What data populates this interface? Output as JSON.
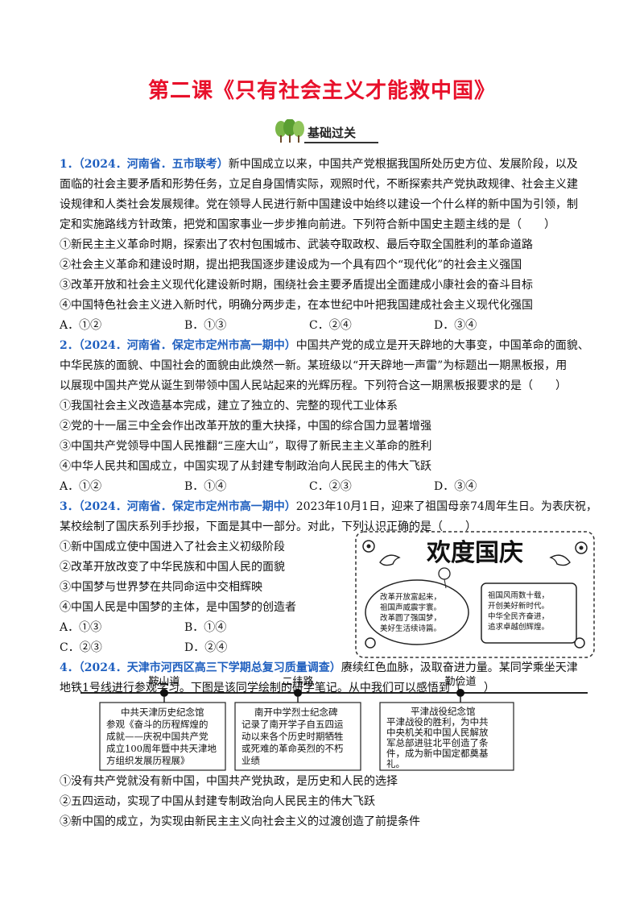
{
  "title": "第二课《只有社会主义才能救中国》",
  "section_label": "基础过关",
  "q1": {
    "num": "1．",
    "source": "（2024．河南省．五市联考）",
    "stem_lines": [
      "新中国成立以来，中国共产党根据我国所处历史方位、发展阶段，以及",
      "面临的社会主要矛盾和形势任务，立足自身国情实际，观照时代，不断探索共产党执政规律、社会主义建",
      "设规律和人类社会发展规律。党在领导人民进行新中国建设中始终以建设一个什么样的新中国为引领，制",
      "定和实施路线方针政策，把党和国家事业一步步推向前进。下列符合新中国史主题主线的是（　　）"
    ],
    "items": [
      "①新民主主义革命时期，探索出了农村包围城市、武装夺取政权、最后夺取全国胜利的革命道路",
      "②社会主义革命和建设时期，提出把我国逐步建设成为一个具有四个“现代化”的社会主义强国",
      "③改革开放和社会主义现代化建设新时期，围绕社会主要矛盾提出全面建成小康社会的奋斗目标",
      "④中国特色社会主义进入新时代，明确分两步走，在本世纪中叶把我国建成社会主义现代化强国"
    ],
    "options": [
      "A．①②",
      "B．①③",
      "C．②④",
      "D．③④"
    ]
  },
  "q2": {
    "num": "2．",
    "source": "（2024．河南省．保定市定州市高一期中）",
    "stem_lines": [
      "中国共产党的成立是开天辟地的大事变，中国革命的面貌、",
      "中华民族的面貌、中国社会的面貌由此焕然一新。某班级以“开天辟地一声雷”为标题出一期黑板报，用",
      "以展现中国共产党从诞生到带领中国人民站起来的光辉历程。下列符合这一期黑板报要求的是（　　）"
    ],
    "items": [
      "①我国社会主义改造基本完成，建立了独立的、完整的现代工业体系",
      "②党的十一届三中全会作出改革开放的重大抉择，中国的综合国力显著增强",
      "③中国共产党领导中国人民推翻“三座大山”，取得了新民主主义革命的胜利",
      "④中华人民共和国成立，中国实现了从封建专制政治向人民民主的伟大飞跃"
    ],
    "options": [
      "A．①②",
      "B．①④",
      "C．②③",
      "D．③④"
    ]
  },
  "q3": {
    "num": "3．",
    "source": "（2024．河南省．保定市定州市高一期中）",
    "stem_lines": [
      "2023年10月1日，迎来了祖国母亲74周年生日。为表庆祝，",
      "某校绘制了国庆系列手抄报，下面是其中一部分。对此，下列认识正确的是（　　）"
    ],
    "items": [
      "①新中国成立使中国进入了社会主义初级阶段",
      "②改革开放改变了中华民族和中国人民的面貌",
      "③中国梦与世界梦在共同命运中交相辉映",
      "④中国人民是中国梦的主体，是中国梦的创造者"
    ],
    "options_row1": [
      "A．①③",
      "B．①④"
    ],
    "options_row2": [
      "C．②③",
      "D．②④"
    ],
    "poster": {
      "heading": "欢度国庆",
      "left_poem": [
        "改革开放富起来，",
        "祖国声威震宇寰。",
        "改革圆了强国梦，",
        "美好生活续诗篇。"
      ],
      "right_poem": [
        "祖国风雨数十载，",
        "开创美好新时代。",
        "中华全民齐奋进，",
        "追求卓越创辉煌。"
      ]
    }
  },
  "q4": {
    "num": "4．",
    "source": "（2024．天津市河西区高三下学期总复习质量调查）",
    "stem_lines": [
      "赓续红色血脉，汲取奋进力量。某同学乘坐天津",
      "地铁1号线进行参观学习。下图是该同学绘制的研学笔记。从中我们可以感悟到（　　）"
    ],
    "stations": [
      "鞍山道",
      "二纬路",
      "勤俭道"
    ],
    "cards": [
      [
        "中共天津历史纪念馆",
        "参观《奋斗的历程辉煌的",
        "成就——庆祝中国共产党",
        "成立100周年暨中共天津地",
        "方组织发展历程展》"
      ],
      [
        "南开中学烈士纪念碑",
        "记录了南开学子自五四运",
        "动以来各个历史时期牺牲",
        "或死难的革命英烈的不朽",
        "业绩"
      ],
      [
        "平津战役纪念馆",
        "平津战役的胜利，为中共",
        "中央机关和中国人民解放",
        "军总部进驻北平创造了条",
        "件，成为新中国定都奠基",
        "礼。"
      ]
    ],
    "items": [
      "①没有共产党就没有新中国，中国共产党执政，是历史和人民的选择",
      "②五四运动，实现了中国从封建专制政治向人民民主的伟大飞跃",
      "③新中国的成立，为实现由新民主主义向社会主义的过渡创造了前提条件"
    ]
  },
  "colors": {
    "title_red": "#e8102a",
    "source_blue": "#1f5fbf"
  }
}
